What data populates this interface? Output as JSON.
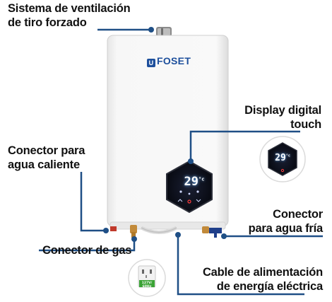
{
  "brand": {
    "logo_letter": "U",
    "name": "FOSET"
  },
  "display": {
    "temperature": "29",
    "unit": "°c"
  },
  "plug": {
    "voltage": "127V/",
    "freq": "60Hz"
  },
  "labels": {
    "ventilacion": [
      "Sistema de ventilación",
      "de tiro forzado"
    ],
    "display": [
      "Display digital",
      "touch"
    ],
    "caliente": [
      "Conector para",
      "agua caliente"
    ],
    "fria": [
      "Conector",
      "para agua fría"
    ],
    "gas": "Conector de gas",
    "cable": [
      "Cable de alimentación",
      "de energía eléctrica"
    ]
  },
  "colors": {
    "callout": "#1f4f86",
    "brand": "#1d4f9c",
    "display_glow": "#4ea6ff"
  }
}
